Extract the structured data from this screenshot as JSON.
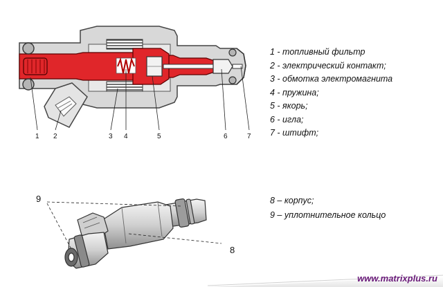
{
  "callouts_top": [
    "1",
    "2",
    "3",
    "4",
    "5",
    "6",
    "7"
  ],
  "legend_top": [
    "1 - топливный фильтр",
    "2 - электрический контакт;",
    "3 - обмотка электромагнита",
    "4 - пружина;",
    "5 - якорь;",
    "6 - игла;",
    "7  - штифт;"
  ],
  "callouts_bottom": [
    "9",
    "8"
  ],
  "legend_bottom": [
    "8 – корпус;",
    "9 – уплотнительное кольцо"
  ],
  "website": "www.matrixplus.ru",
  "colors": {
    "fuel_red": "#e0262a",
    "body_gray": "#d8d8d8",
    "outline": "#444444",
    "link_purple": "#6a1a7a"
  }
}
